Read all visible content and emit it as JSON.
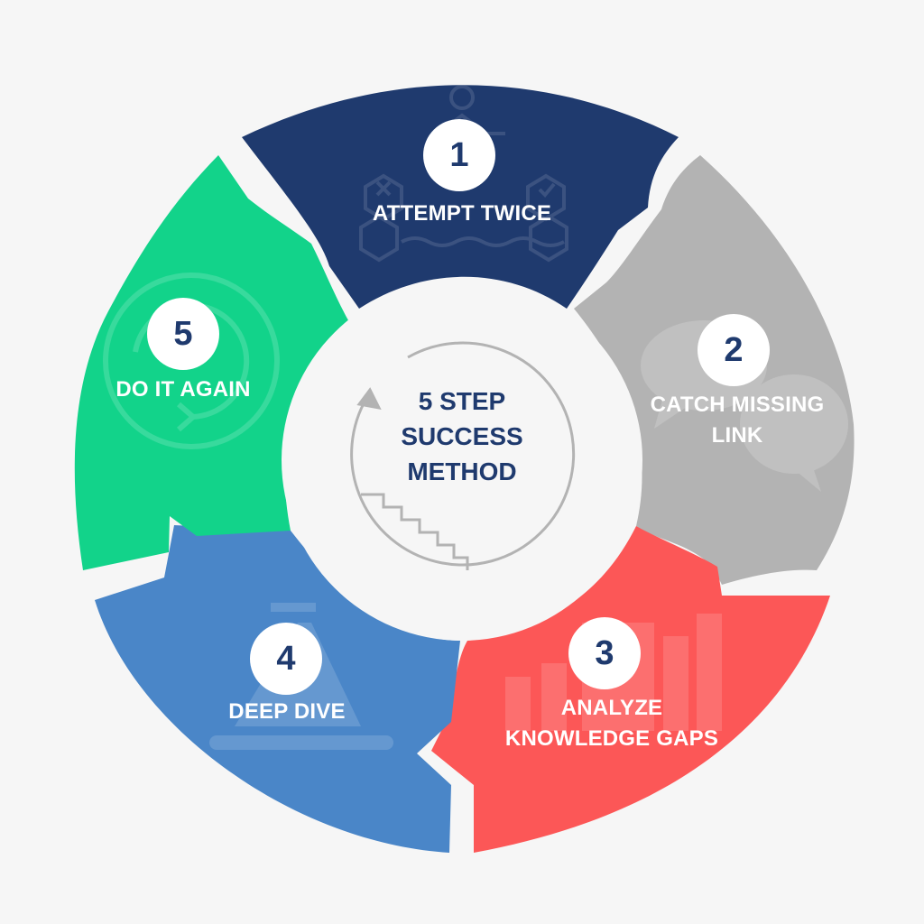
{
  "center": {
    "title_lines": [
      "5 STEP",
      "SUCCESS",
      "METHOD"
    ]
  },
  "steps": [
    {
      "number": "1",
      "label_lines": [
        "ATTEMPT TWICE"
      ],
      "color": "#1f3a6e",
      "icon": "hexagon-choice-icon"
    },
    {
      "number": "2",
      "label_lines": [
        "CATCH MISSING",
        "LINK"
      ],
      "color": "#b3b3b3",
      "icon": "puzzle-speech-bubble-icon"
    },
    {
      "number": "3",
      "label_lines": [
        "ANALYZE",
        "KNOWLEDGE GAPS"
      ],
      "color": "#fc5757",
      "icon": "bar-chart-icon"
    },
    {
      "number": "4",
      "label_lines": [
        "DEEP DIVE"
      ],
      "color": "#4a86c8",
      "icon": "pyramid-icon"
    },
    {
      "number": "5",
      "label_lines": [
        "DO IT AGAIN"
      ],
      "color": "#12d38a",
      "icon": "repeat-arrow-icon"
    }
  ],
  "colors": {
    "background": "#f6f6f6",
    "center_circle": "#f6f6f6",
    "badge": "#ffffff",
    "navy_text": "#1f3a6e",
    "staircase": "#b3b3b3"
  },
  "icons": {
    "center": "staircase-cycle-icon"
  }
}
